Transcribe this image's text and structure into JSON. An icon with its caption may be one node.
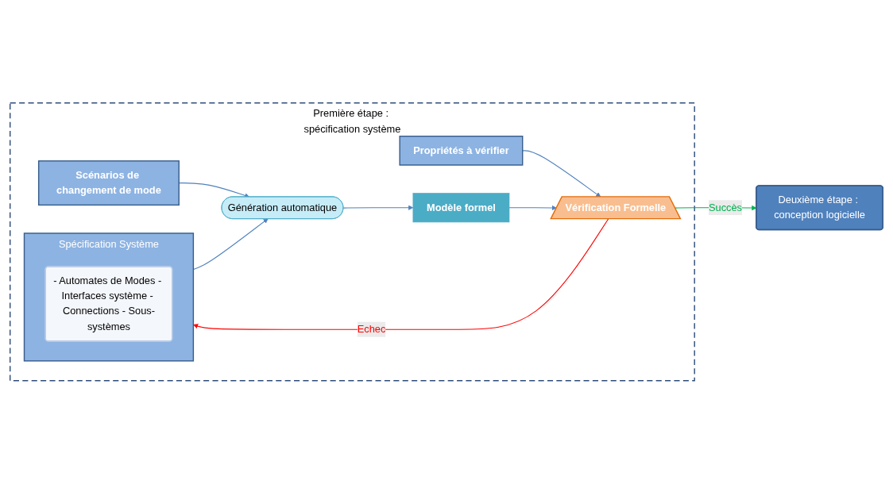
{
  "diagram": {
    "nodes": [
      {
        "text": [
          "Première étape : spécification système"
        ]
      },
      {
        "text": [
          "Spécification Système"
        ],
        "in": 0
      },
      {
        "text": [
          "- Automates de Modes - Interfaces système - Connections - Sous-systèmes"
        ],
        "in": 1
      },
      {
        "text": [
          "Propriétés à vérifier"
        ],
        "in": 0
      },
      {
        "text": [
          "Vérification Formelle"
        ],
        "in": 0
      },
      {
        "text": [
          "Génération automatique"
        ],
        "in": 0
      },
      {
        "text": [
          "Modèle formel"
        ],
        "in": 0
      },
      {
        "text": [
          "Scénarios de changement de mode"
        ],
        "in": 0
      },
      {
        "text": [
          "Deuxième étape : conception logicielle"
        ]
      }
    ],
    "edges": [
      {
        "from": 3,
        "to": 4,
        "arrow": "to"
      },
      {
        "from": 4,
        "to": 1,
        "arrow": "to",
        "label": "Echec",
        "color": "#ff0000"
      },
      {
        "from": 4,
        "to": 8,
        "arrow": "to",
        "label": "Succès",
        "color": "#00b050"
      },
      {
        "from": 1,
        "to": 5,
        "arrow": "to"
      },
      {
        "from": 7,
        "to": 5,
        "arrow": "to"
      },
      {
        "from": 5,
        "to": 6,
        "arrow": "to"
      },
      {
        "from": 6,
        "to": 4,
        "arrow": "to"
      }
    ]
  }
}
